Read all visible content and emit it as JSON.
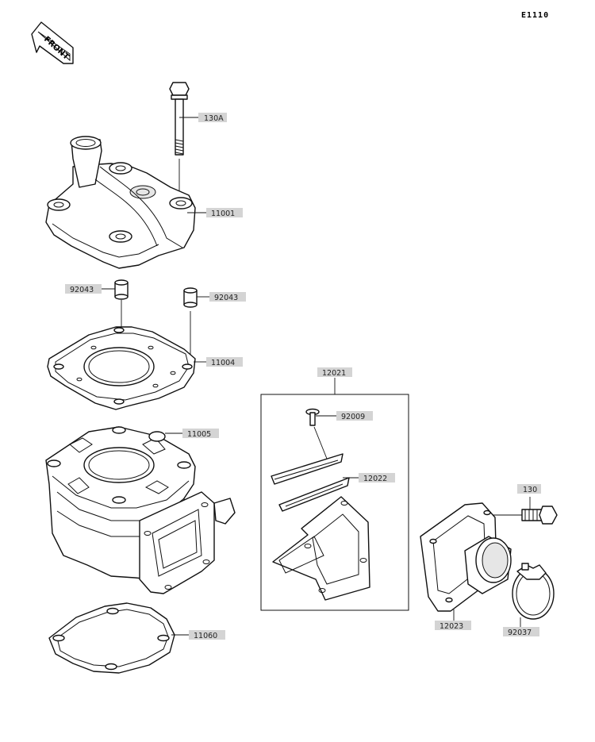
{
  "diagram_ref": "E1110",
  "front_label": "FRONT",
  "labels": {
    "p130A": "130A",
    "p11001": "11001",
    "p92043a": "92043",
    "p92043b": "92043",
    "p11004": "11004",
    "p11005": "11005",
    "p12021": "12021",
    "p92009": "92009",
    "p12022": "12022",
    "p130": "130",
    "p11060": "11060",
    "p12023": "12023",
    "p92037": "92037"
  }
}
